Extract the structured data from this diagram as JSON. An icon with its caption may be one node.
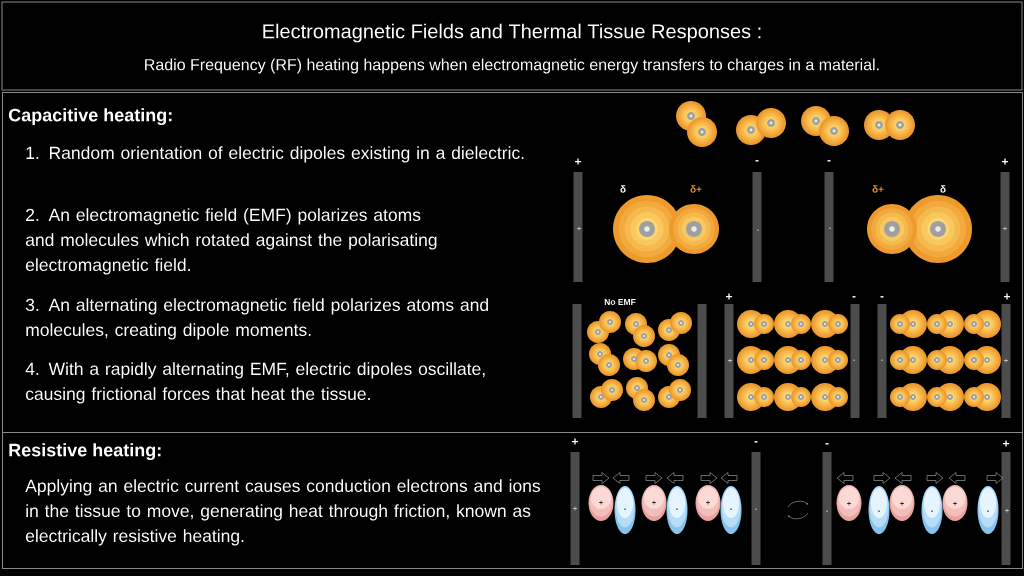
{
  "diagram": {
    "title": "Electromagnetic Fields and Thermal Tissue Responses :",
    "nodes": [
      {
        "text": [
          "Capacitive heating:",
          "1. Random orientation of electric dipoles existing in a dielectric.",
          "2.  An electromagnetic field (EMF) polarizes atoms and molecules which rotated against the polarisating electromagnetic field.",
          "3. An alternating electromagnetic field polarizes atoms and molecules, creating dipole moments.",
          "4. With a rapidly alternating EMF, electric dipoles oscillate, causing frictional forces that heat the tissue."
        ]
      },
      {
        "text": [
          "Resistive heating:",
          "Applying an electric current causes conduction electrons and ions in the tissue to move, generating heat through friction, known as electrically resistive heating."
        ]
      }
    ],
    "labels": [
      "Radio Frequency (RF) heating happens when electromagnetic energy transfers to charges in a material.",
      "+",
      "-",
      "-",
      "+",
      "δ",
      "δ+",
      "δ+",
      "δ",
      "+",
      "-",
      "-",
      "+",
      "No EMF",
      "+",
      "-",
      "-",
      "+",
      "+",
      "-",
      "-",
      "+",
      "+",
      "-",
      "-",
      "+",
      "+",
      "+",
      "-",
      "+",
      "-",
      "+",
      "-",
      "-",
      "-",
      "+",
      "-",
      "+",
      "-",
      "+",
      "-",
      "+"
    ]
  }
}
